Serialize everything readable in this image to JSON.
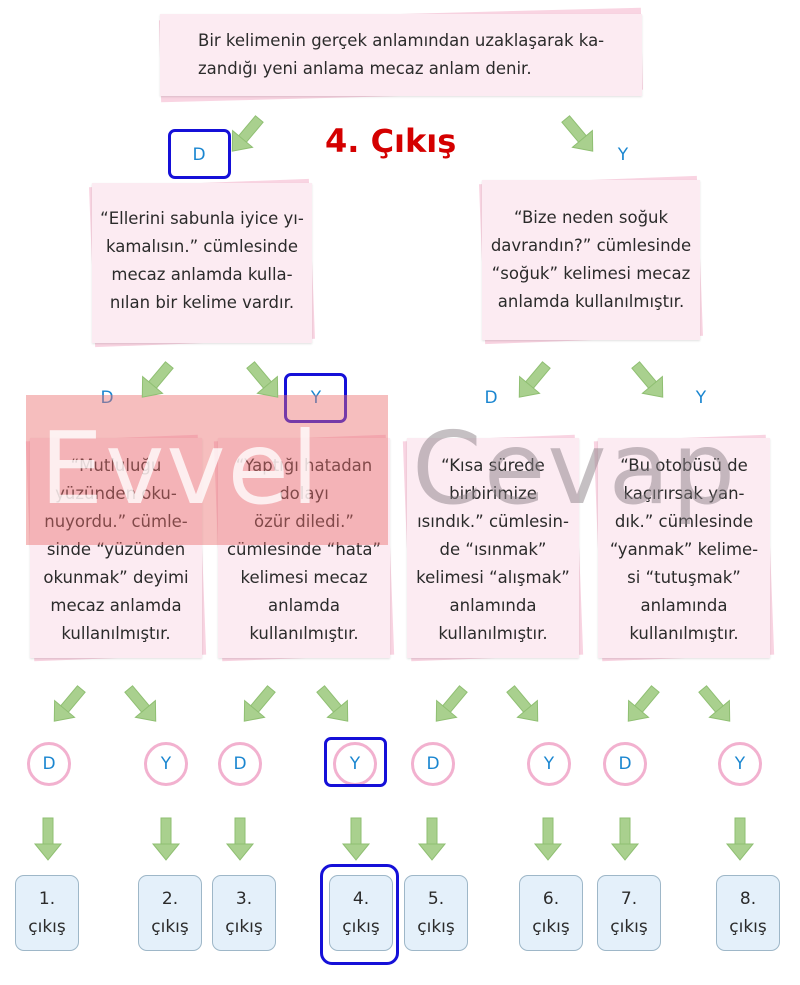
{
  "title": "4. Çıkış",
  "top_box": [
    "Bir kelimenin gerçek anlamından uzaklaşarak ka-",
    "zandığı yeni anlama mecaz anlam denir."
  ],
  "level1": {
    "left_label": "D",
    "right_label": "Y",
    "left_box": [
      "“Ellerini sabunla iyice yı-",
      "kamalısın.” cümlesinde",
      "mecaz anlamda kulla-",
      "nılan bir kelime vardır."
    ],
    "right_box": [
      "“Bize neden soğuk",
      "davrandın?” cümlesinde",
      "“soğuk” kelimesi mecaz",
      "anlamda kullanılmıştır."
    ]
  },
  "level2": {
    "labels": [
      "D",
      "Y",
      "D",
      "Y"
    ],
    "boxes": [
      [
        "“Mutluluğu",
        "yüzünden oku-",
        "nuyordu.” cümle-",
        "sinde “yüzünden",
        "okunmak” deyimi",
        "mecaz anlamda",
        "kullanılmıştır."
      ],
      [
        "“Yaptığı hatadan",
        "dolayı",
        "özür diledi.”",
        "cümlesinde “hata”",
        "kelimesi mecaz",
        "anlamda",
        "kullanılmıştır."
      ],
      [
        "“Kısa sürede",
        "birbirimize",
        "ısındık.” cümlesin-",
        "de “ısınmak”",
        "kelimesi “alışmak”",
        "anlamında",
        "kullanılmıştır."
      ],
      [
        "“Bu otobüsü de",
        "kaçırırsak yan-",
        "dık.” cümlesinde",
        "“yanmak” kelime-",
        "si “tutuşmak”",
        "anlamında",
        "kullanılmıştır."
      ]
    ]
  },
  "answers": [
    "D",
    "Y",
    "D",
    "Y",
    "D",
    "Y",
    "D",
    "Y"
  ],
  "exits": [
    [
      "1.",
      "çıkış"
    ],
    [
      "2.",
      "çıkış"
    ],
    [
      "3.",
      "çıkış"
    ],
    [
      "4.",
      "çıkış"
    ],
    [
      "5.",
      "çıkış"
    ],
    [
      "6.",
      "çıkış"
    ],
    [
      "7.",
      "çıkış"
    ],
    [
      "8.",
      "çıkış"
    ]
  ],
  "watermark": {
    "left": "Evvel",
    "right": "Cevap"
  },
  "colors": {
    "highlight": "#1510d8",
    "arrow": "#a9d08e",
    "label": "#1a86d0",
    "title": "#d40000",
    "card": "#fcebf2"
  }
}
